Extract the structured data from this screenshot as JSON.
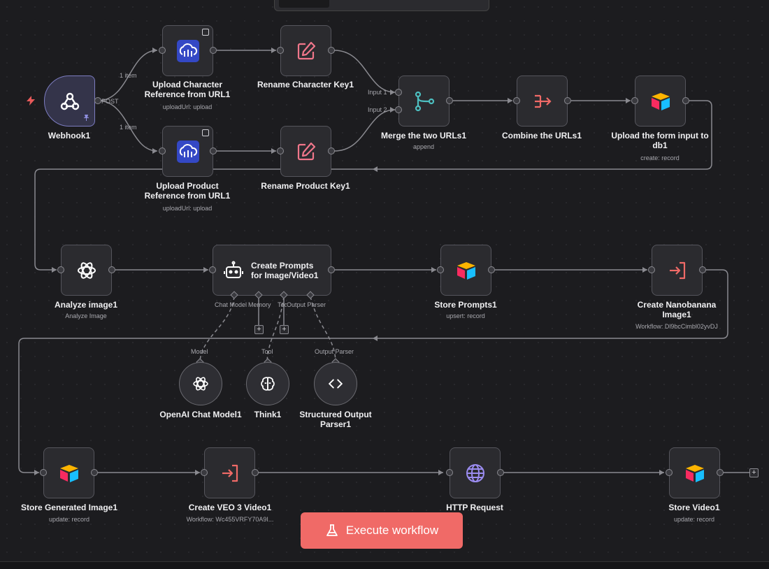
{
  "editor": {
    "execute_label": "Execute workflow"
  },
  "connection_labels": {
    "top_items": "1 item",
    "bottom_items": "1 item",
    "post": "POST",
    "input1": "Input 1",
    "input2": "Input 2"
  },
  "nodes": {
    "webhook": {
      "title": "Webhook1",
      "icon": "webhook-icon"
    },
    "upload_char": {
      "title": "Upload Character Reference from URL1",
      "sub": "uploadUrl: upload",
      "icon": "cloudinary-icon"
    },
    "upload_prod": {
      "title": "Upload Product Reference from URL1",
      "sub": "uploadUrl: upload",
      "icon": "cloudinary-icon"
    },
    "rename_char": {
      "title": "Rename Character Key1",
      "icon": "edit-icon"
    },
    "rename_prod": {
      "title": "Rename Product Key1",
      "icon": "edit-icon"
    },
    "merge": {
      "title": "Merge the two URLs1",
      "sub": "append",
      "icon": "merge-icon"
    },
    "combine": {
      "title": "Combine the URLs1",
      "icon": "aggregate-icon"
    },
    "upload_form": {
      "title": "Upload the form input to db1",
      "sub": "create: record",
      "icon": "airtable-icon"
    },
    "analyze": {
      "title": "Analyze image1",
      "sub": "Analyze Image",
      "icon": "openai-icon"
    },
    "agent": {
      "title": "Create Prompts for Image/Video1",
      "icon": "robot-icon",
      "ports": {
        "chat_model": "Chat Model",
        "memory": "Memory",
        "tool": "Tool",
        "output_parser": "Output Parser"
      }
    },
    "store_prompts": {
      "title": "Store Prompts1",
      "sub": "upsert: record",
      "icon": "airtable-icon"
    },
    "nanobanana": {
      "title": "Create Nanobanana Image1",
      "sub": "Workflow: Dl9bcCimbl02yvDJ",
      "icon": "subworkflow-icon"
    },
    "openai_chat": {
      "title": "OpenAI Chat Model1",
      "port": "Model",
      "icon": "openai-icon"
    },
    "think": {
      "title": "Think1",
      "port": "Tool",
      "icon": "brain-icon"
    },
    "parser": {
      "title": "Structured Output Parser1",
      "port": "Output Parser",
      "icon": "code-icon"
    },
    "store_gen_image": {
      "title": "Store Generated Image1",
      "sub": "update: record",
      "icon": "airtable-icon"
    },
    "veo": {
      "title": "Create VEO 3 Video1",
      "sub": "Workflow: Wc455VRFY70A9I...",
      "icon": "subworkflow-icon"
    },
    "http": {
      "title": "HTTP Request",
      "icon": "globe-icon"
    },
    "store_video": {
      "title": "Store Video1",
      "sub": "update: record",
      "icon": "airtable-icon"
    }
  },
  "colors": {
    "background": "#1c1c1f",
    "node": "#2b2b2f",
    "execute_button": "#f06a67",
    "cloudinary": "#3448c5",
    "edit": "#f0768a",
    "merge": "#4dbfc0",
    "aggregate": "#f06a67",
    "wire": "#8a8a90"
  }
}
